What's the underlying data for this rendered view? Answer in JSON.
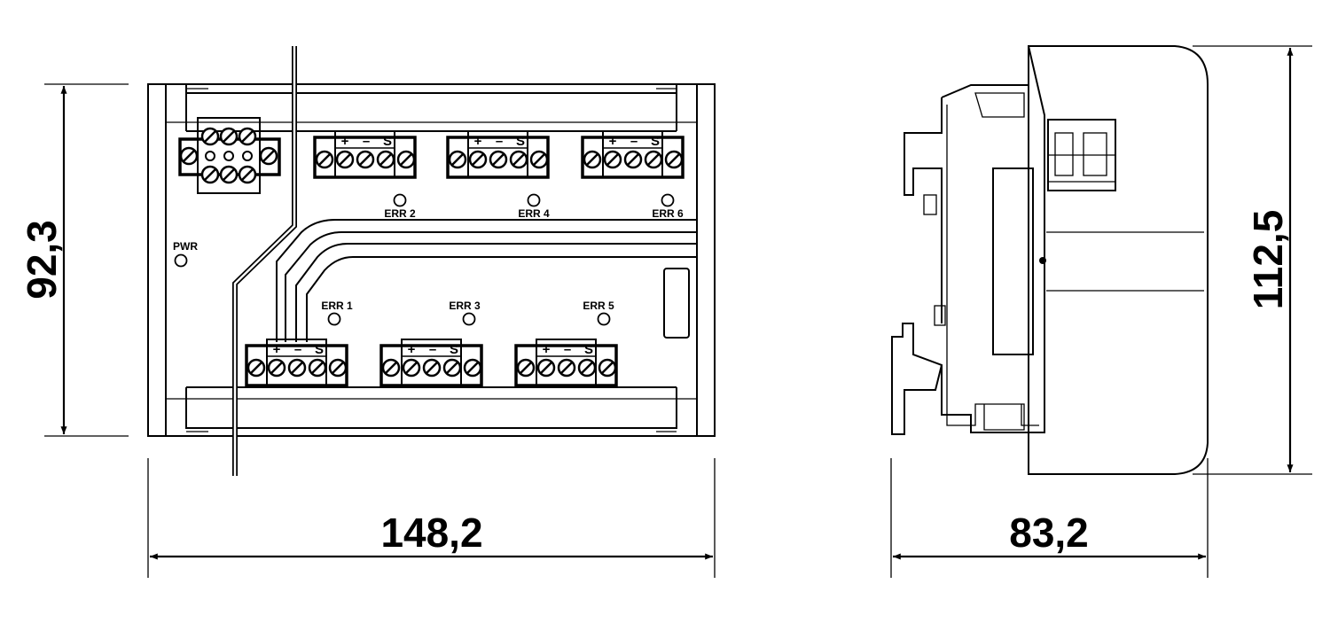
{
  "dimensions": {
    "front_height": "92,3",
    "front_width": "148,2",
    "side_depth": "83,2",
    "side_height": "112,5"
  },
  "leds": [
    {
      "id": "pwr",
      "label": "PWR"
    },
    {
      "id": "err1",
      "label": "ERR 1"
    },
    {
      "id": "err2",
      "label": "ERR 2"
    },
    {
      "id": "err3",
      "label": "ERR 3"
    },
    {
      "id": "err4",
      "label": "ERR 4"
    },
    {
      "id": "err5",
      "label": "ERR 5"
    },
    {
      "id": "err6",
      "label": "ERR 6"
    }
  ],
  "terminal_labels": {
    "plus": "+",
    "minus": "–",
    "signal": "S"
  },
  "colors": {
    "line": "#000000",
    "background": "#ffffff"
  }
}
